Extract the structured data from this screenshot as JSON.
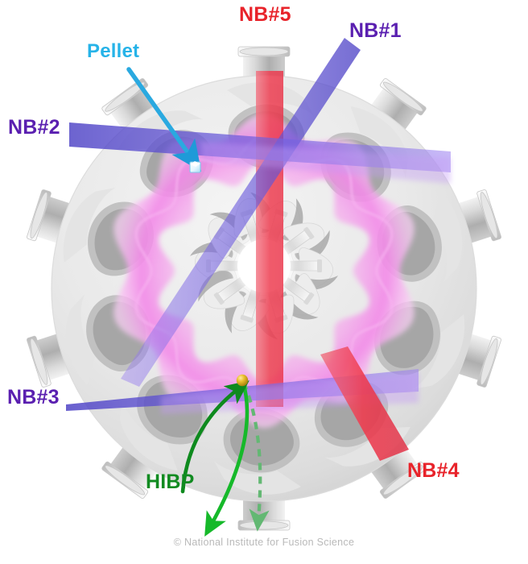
{
  "figure": {
    "kind": "fusion-device-cross-section",
    "subject": "Large Helical Device plasma cross-section with heating beams and diagnostics",
    "background_color": "#ffffff"
  },
  "labels": {
    "nb5": {
      "text": "NB#5",
      "color": "#e8232a"
    },
    "nb1": {
      "text": "NB#1",
      "color": "#5a1fb0"
    },
    "pellet": {
      "text": "Pellet",
      "color": "#26b3e8"
    },
    "nb2": {
      "text": "NB#2",
      "color": "#5a1fb0"
    },
    "nb3": {
      "text": "NB#3",
      "color": "#5a1fb0"
    },
    "nb4": {
      "text": "NB#4",
      "color": "#e8232a"
    },
    "hibp": {
      "text": "HIBP",
      "color": "#118b21"
    }
  },
  "copyright": {
    "text": "© National Institute for Fusion Science",
    "color": "#b9b9b9"
  },
  "colors": {
    "vessel_light": "#ececec",
    "vessel_mid": "#d4d4d4",
    "vessel_dark": "#a8a8a8",
    "vessel_shadow": "#8f8f8f",
    "plasma_pink": "#f49bea",
    "plasma_pink_light": "#fbc7f4",
    "beam_blue": "#5b4ecf",
    "beam_red": "#ef3b4e",
    "pellet_cyan": "#2aa9e0",
    "hibp_green": "#10b021",
    "hibp_green_dark": "#118b21",
    "hibp_marker": "#e3b616",
    "center_hole": "#ffffff"
  },
  "elements": {
    "plasma_ring": {
      "name": "plasma-ring",
      "lobes": 10
    },
    "center_hole": {
      "name": "center-hole"
    },
    "pellet_marker": {
      "name": "pellet-marker"
    },
    "hibp_marker": {
      "name": "hibp-sample-volume-marker"
    },
    "beams": [
      {
        "id": "nb1",
        "type": "neutral-beam",
        "color": "#5b4ecf",
        "orientation": "diagonal-upper-right"
      },
      {
        "id": "nb2",
        "type": "neutral-beam",
        "color": "#5b4ecf",
        "orientation": "horizontal-upper-left"
      },
      {
        "id": "nb3",
        "type": "neutral-beam",
        "color": "#5b4ecf",
        "orientation": "horizontal-lower-left"
      },
      {
        "id": "nb4",
        "type": "neutral-beam",
        "color": "#ef3b4e",
        "orientation": "diagonal-lower-right"
      },
      {
        "id": "nb5",
        "type": "neutral-beam",
        "color": "#ef3b4e",
        "orientation": "vertical-top"
      }
    ],
    "arrows": [
      {
        "id": "pellet-arrow",
        "color": "#2aa9e0",
        "style": "solid"
      },
      {
        "id": "hibp-injection-arrow",
        "color": "#10b021",
        "style": "solid"
      },
      {
        "id": "hibp-detection-arrow",
        "color": "#10b021",
        "style": "solid"
      },
      {
        "id": "hibp-reference-arrow",
        "color": "#56a866",
        "style": "dashed"
      }
    ]
  }
}
